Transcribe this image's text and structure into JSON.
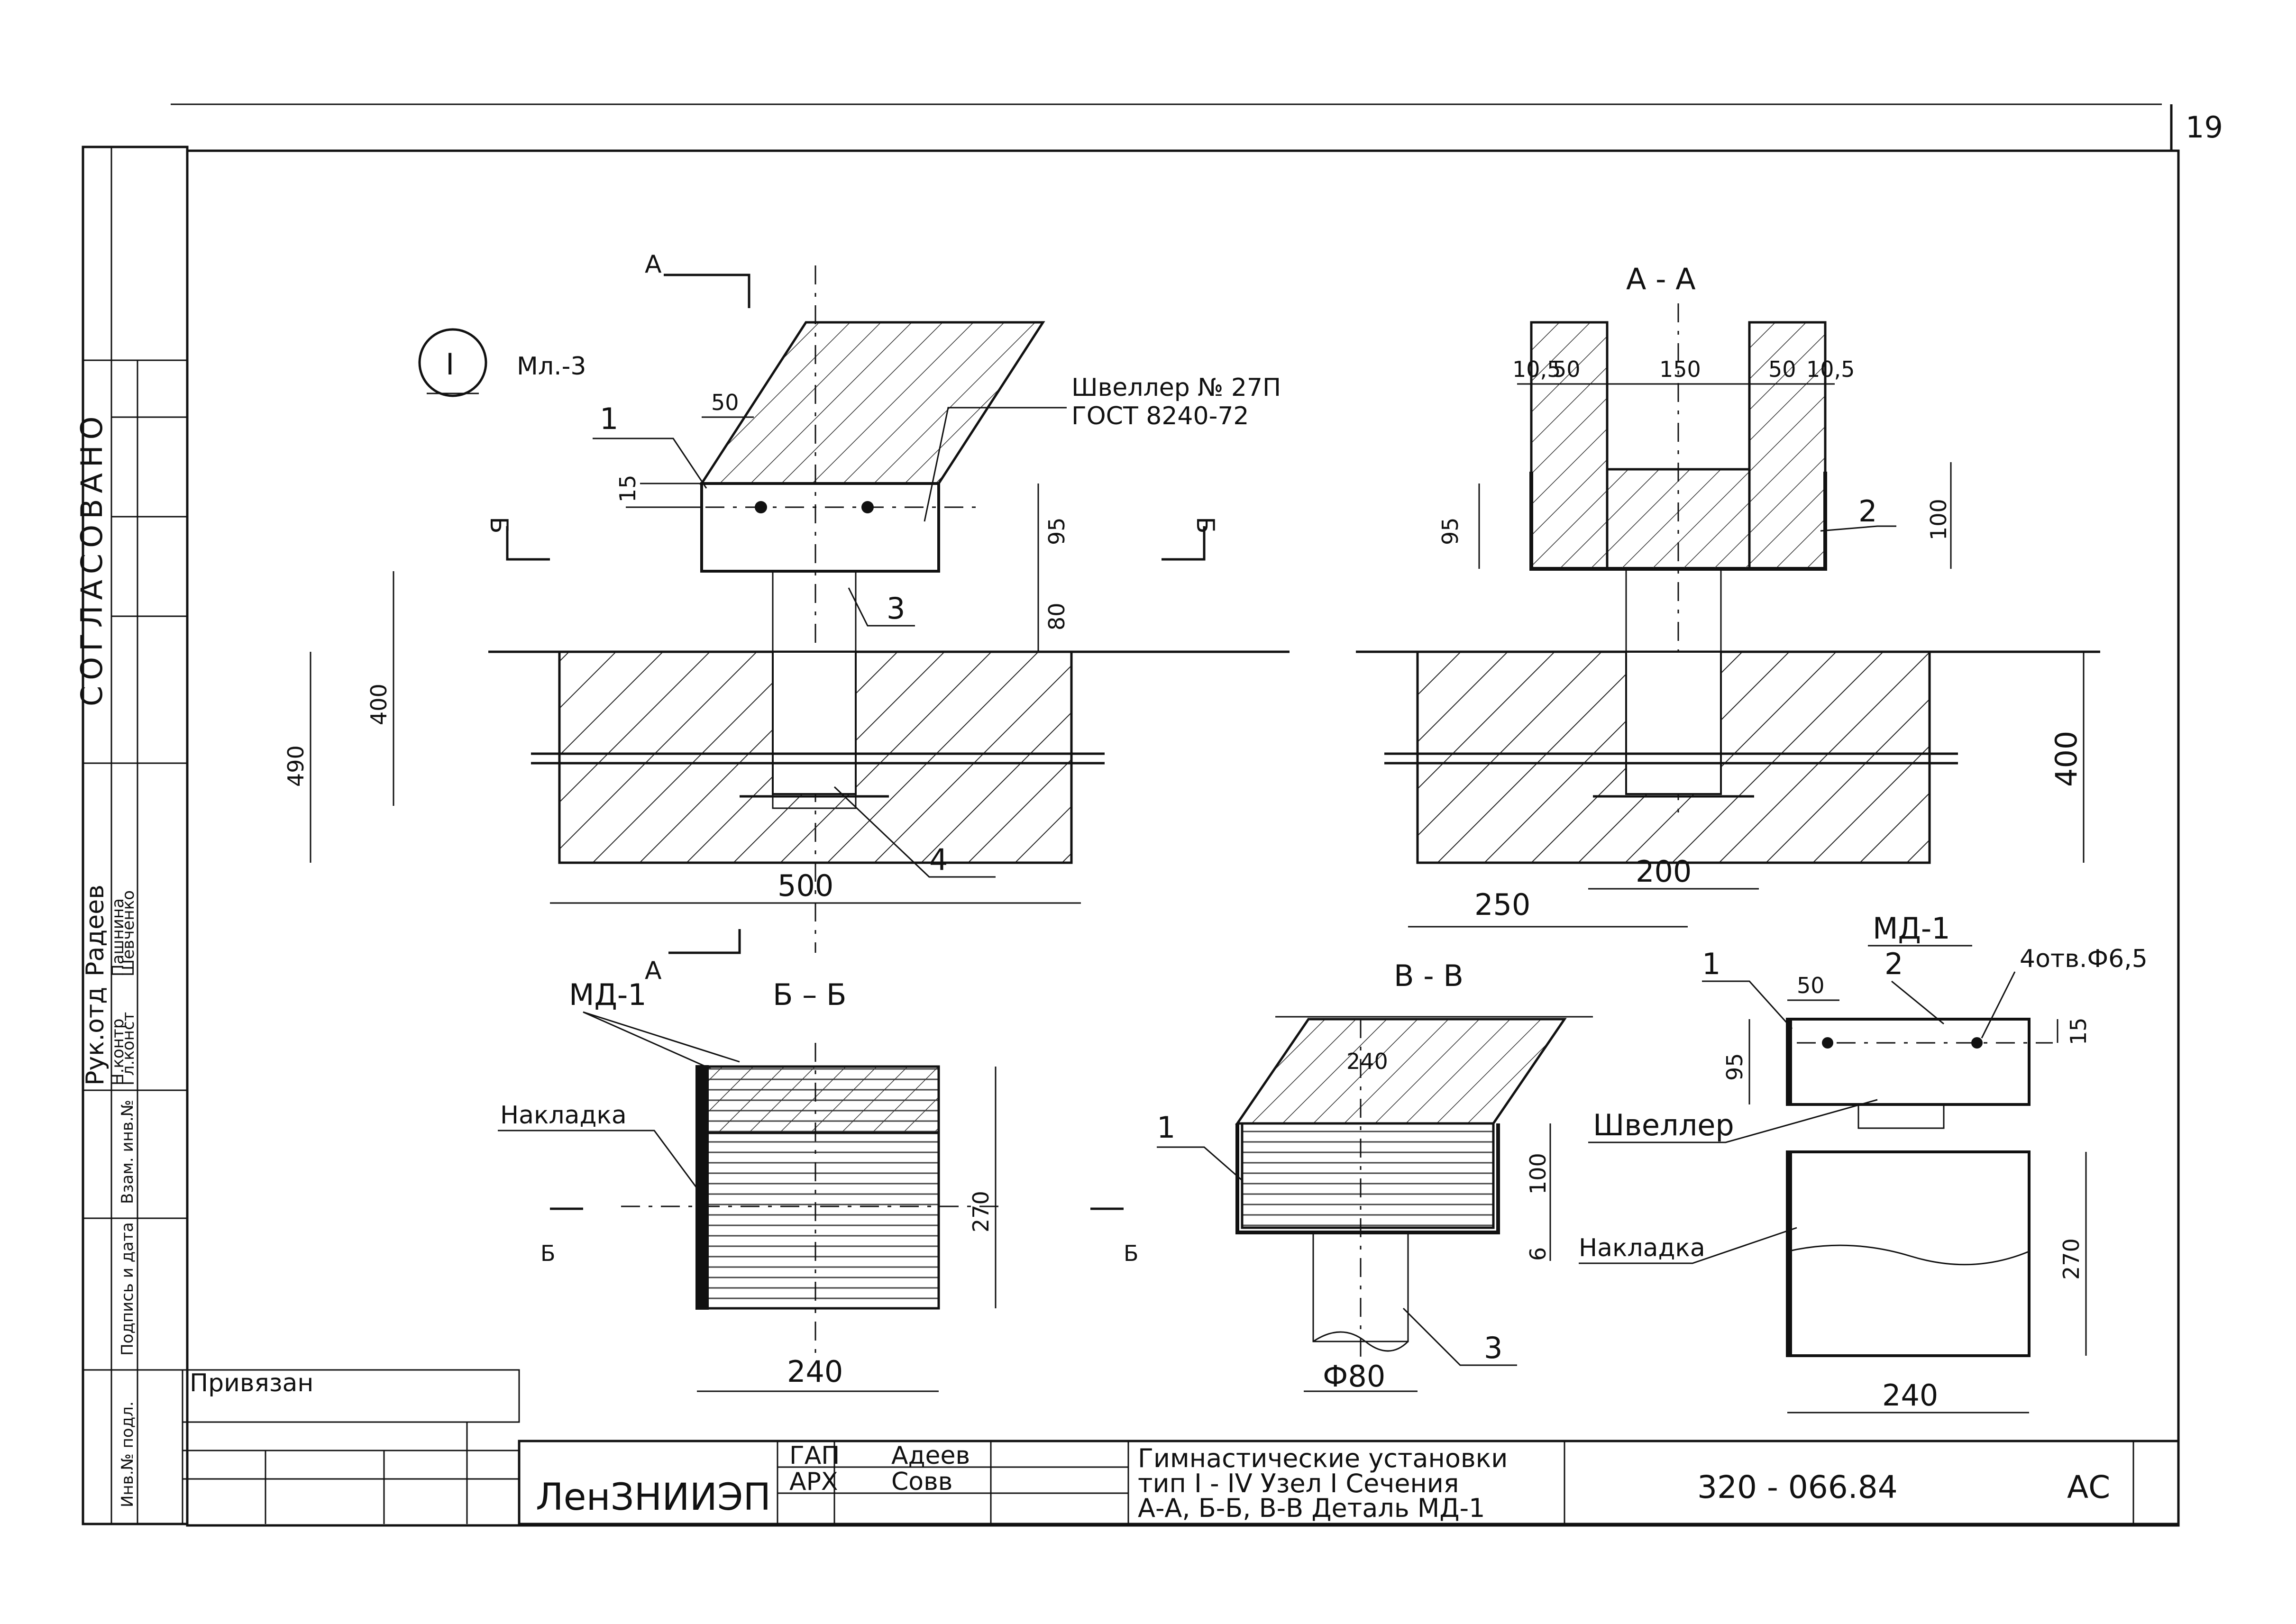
{
  "sheet": {
    "page_number": "19",
    "organization": "ЛенЗНИИЭП",
    "document_code": "320 - 066.84",
    "stage": "АС",
    "title_line1": "Гимнастические установки",
    "title_line2": "тип I - IV  Узел I  Сечения",
    "title_line3": "А-А, Б-Б, В-В  Деталь МД-1",
    "privyazan_label": "Привязан"
  },
  "approval_stamp": {
    "side_label": "СОГЛАСОВАНО",
    "rows": [
      {
        "role": "Рук.отд",
        "name": "Радеев"
      },
      {
        "role": "Н.контр",
        "name": "Пашнина"
      },
      {
        "role": "Гл.конст",
        "name": "Шевченко"
      }
    ],
    "side_fields": [
      "Взам. инв.№",
      "Подпись и дата",
      "Инв.№ подл."
    ]
  },
  "signatures": [
    {
      "role": "ГАП",
      "name": "Адеев"
    },
    {
      "role": "АРХ",
      "name": "Совв"
    }
  ],
  "node_view": {
    "node_marker": "I",
    "node_ref": "Мл.-3",
    "channel_label_line1": "Швеллер № 27П",
    "channel_label_line2": "ГОСТ 8240-72",
    "callouts": [
      "1",
      "3",
      "4"
    ],
    "section_marks": [
      "Б",
      "Б",
      "А",
      "А"
    ],
    "dims": [
      "50",
      "15",
      "95",
      "80",
      "400",
      "490",
      "500"
    ]
  },
  "section_aa": {
    "title": "А - А",
    "callouts": [
      "2"
    ],
    "dims": [
      "10,5",
      "50",
      "150",
      "50",
      "10,5",
      "95",
      "100",
      "400",
      "250",
      "200"
    ]
  },
  "section_bb": {
    "title": "Б – Б",
    "md_label": "МД-1",
    "overlay_label": "Накладка",
    "section_marks": [
      "Б",
      "Б"
    ],
    "dims": [
      "270",
      "240"
    ]
  },
  "section_vv": {
    "title": "В - В",
    "callouts": [
      "1",
      "3"
    ],
    "dims": [
      "240",
      "100",
      "6",
      "Ф80"
    ]
  },
  "detail_md1": {
    "title": "МД-1",
    "callouts": [
      "1",
      "2"
    ],
    "holes_label": "4отв.Ф6,5",
    "channel_label": "Швеллер",
    "overlay_label": "Накладка",
    "dims": [
      "50",
      "15",
      "95",
      "270",
      "240"
    ]
  }
}
